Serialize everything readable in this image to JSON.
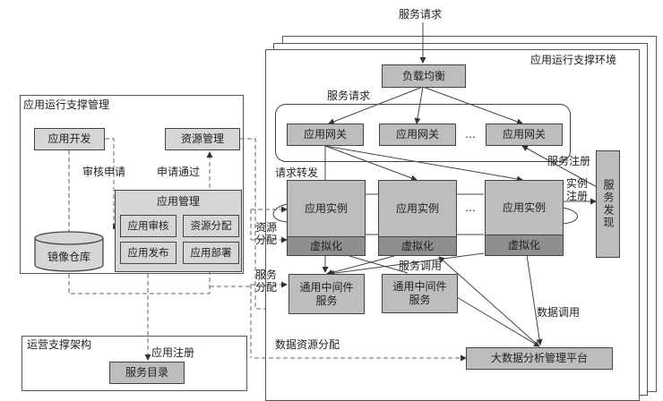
{
  "top_request_label": "服务请求",
  "runtime_env": {
    "title": "应用运行支撑环境",
    "load_balancer": "负载均衡",
    "gateway_request_label": "服务请求",
    "gateways": [
      "应用网关",
      "应用网关",
      "应用网关"
    ],
    "gateway_ellipsis": "…",
    "forward_label": "请求转发",
    "instances": [
      "应用实例",
      "应用实例",
      "应用实例"
    ],
    "instance_ellipsis": "…",
    "virtualization": [
      "虚拟化",
      "虚拟化",
      "虚拟化"
    ],
    "middleware": [
      "通用中间件\n服务",
      "通用中间件\n服务"
    ],
    "service_call_label": "服务调用",
    "data_call_label": "数据调用",
    "bigdata_platform": "大数据分析管理平台",
    "service_discovery": "服务发现",
    "service_register_label": "服务注册",
    "instance_register_label": "实例注册",
    "resource_alloc_label": "资源分配",
    "service_alloc_label": "服务分配",
    "data_resource_alloc_label": "数据资源分配"
  },
  "runtime_mgmt": {
    "title": "应用运行支撑管理",
    "app_dev": "应用开发",
    "resource_mgmt": "资源管理",
    "audit_request_label": "审核申请",
    "approve_label": "申请通过",
    "app_mgmt_title": "应用管理",
    "app_audit": "应用审核",
    "resource_alloc": "资源分配",
    "app_publish": "应用发布",
    "app_deploy": "应用部署",
    "image_repo": "镜像仓库"
  },
  "ops_support": {
    "title": "运营支撑架构",
    "app_register_label": "应用注册",
    "service_catalog": "服务目录"
  }
}
